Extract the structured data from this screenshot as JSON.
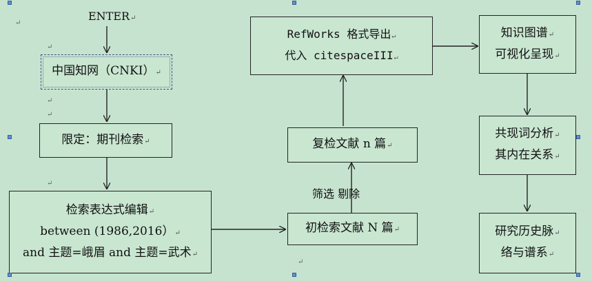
{
  "nodes": {
    "enter": "ENTER",
    "cnki": "中国知网（CNKI）",
    "limit": "限定：期刊检索",
    "search_expr": [
      "检索表达式编辑",
      "between (1986,2016）",
      "and 主题=峨眉 and 主题=武术"
    ],
    "initial": "初检索文献 N 篇",
    "recheck": "复检文献 n 篇",
    "export": [
      "RefWorks 格式导出",
      "代入 citespaceIII"
    ],
    "map": [
      "知识图谱",
      "可视化呈现"
    ],
    "cooccur": [
      "共现词分析",
      "其内在关系"
    ],
    "history": [
      "研究历史脉",
      "络与谱系"
    ]
  },
  "edge_label": "筛选  剔除",
  "paragraph_mark": "↵",
  "colors": {
    "background": "#c6e3cf",
    "box_fill": "#c9e6d1",
    "line": "#222222",
    "handle": "#5f8fd0"
  }
}
